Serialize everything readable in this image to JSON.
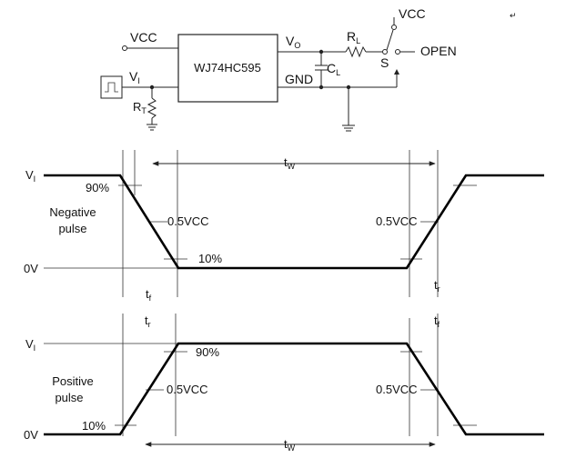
{
  "circuit": {
    "chip_label": "WJ74HC595",
    "vcc_left": "VCC",
    "vcc_switch": "VCC",
    "vi": "V",
    "vi_sub": "I",
    "vo": "V",
    "vo_sub": "O",
    "gnd": "GND",
    "rl": "R",
    "rl_sub": "L",
    "cl": "C",
    "cl_sub": "L",
    "rt": "R",
    "rt_sub": "T",
    "switch_label": "S",
    "open_label": "OPEN",
    "corner_mark": "↵"
  },
  "negative_pulse": {
    "title_line1": "Negative",
    "title_line2": "pulse",
    "vi": "V",
    "vi_sub": "I",
    "zero": "0V",
    "pct_high": "90%",
    "pct_low": "10%",
    "mid_left": "0.5VCC",
    "mid_right": "0.5VCC",
    "tw": "t",
    "tw_sub": "W",
    "t_left": "t",
    "t_left_sub": "f",
    "t_right": "t",
    "t_right_sub": "r"
  },
  "positive_pulse": {
    "title_line1": "Positive",
    "title_line2": "pulse",
    "vi": "V",
    "vi_sub": "I",
    "zero": "0V",
    "pct_high": "90%",
    "pct_low": "10%",
    "mid_left": "0.5VCC",
    "mid_right": "0.5VCC",
    "tw": "t",
    "tw_sub": "W",
    "t_left": "t",
    "t_left_sub": "r",
    "t_right": "t",
    "t_right_sub": "f"
  }
}
